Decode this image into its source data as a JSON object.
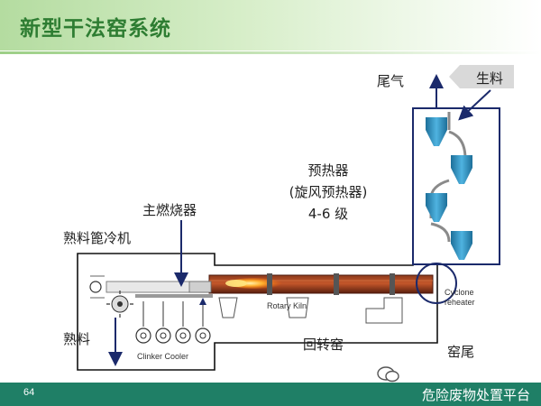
{
  "slide": {
    "title": "新型干法窑系统",
    "page_number": "64"
  },
  "labels": {
    "exhaust": "尾气",
    "raw_meal": "生料",
    "preheater_line1": "预热器",
    "preheater_line2": "(旋风预热器)",
    "preheater_line3": "4-6 级",
    "main_burner": "主燃烧器",
    "grate_cooler": "熟料篦冷机",
    "clinker": "熟料",
    "rotary_kiln_cn": "回转窑",
    "kiln_inlet": "窑尾"
  },
  "inner_labels": {
    "rotary_kiln_en": "Rotary Kiln",
    "clinker_cooler_en": "Clinker Cooler",
    "cyclone_line1": "Cyclone",
    "cyclone_line2": "reheater"
  },
  "watermark": {
    "text": "危险废物处置平台"
  },
  "colors": {
    "title_green": "#2e7d32",
    "footer_teal": "#1f7f66",
    "cyclone_blue": "#2e8fbf",
    "kiln_brown": "#6b2a16",
    "flame_orange": "#ff8a1e",
    "box_navy": "#1b2a6b"
  }
}
